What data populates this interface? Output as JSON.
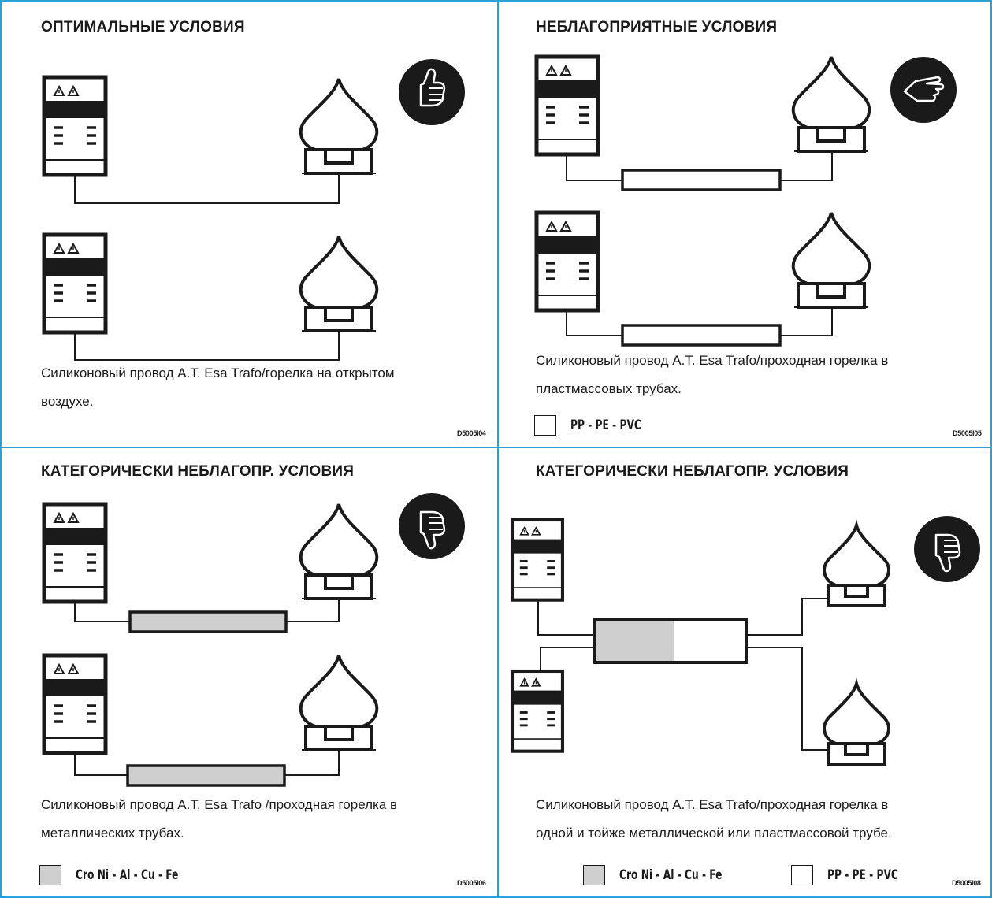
{
  "panels": [
    {
      "title": "ОПТИМАЛЬНЫЕ УСЛОВИЯ",
      "description_line1": "Силиконовый провод A.T. Esa Trafo/горелка на открытом",
      "description_line2": "воздухе.",
      "code": "D5005I04",
      "hand_icon": "thumbs-up-icon"
    },
    {
      "title": "НЕБЛАГОПРИЯТНЫЕ УСЛОВИЯ",
      "description_line1": "Силиконовый провод A.T. Esa Trafo/проходная горелка в",
      "description_line2": "пластмассовых трубах.",
      "legend": [
        {
          "label": "PP - PE - PVC",
          "swatch": "#ffffff"
        }
      ],
      "code": "D5005I05",
      "hand_icon": "pointing-hand-icon"
    },
    {
      "title": "КАТЕГОРИЧЕСКИ НЕБЛАГОПР. УСЛОВИЯ",
      "description_line1": "Силиконовый провод  A.T. Esa Trafo /проходная горелка в",
      "description_line2": "металлических трубах.",
      "legend": [
        {
          "label": "Cro Ni - Al - Cu - Fe",
          "swatch": "#cfcfcf"
        }
      ],
      "code": "D5005I06",
      "hand_icon": "thumbs-down-icon"
    },
    {
      "title": "КАТЕГОРИЧЕСКИ НЕБЛАГОПР. УСЛОВИЯ",
      "description_line1": "Силиконовый провод  A.T. Esa Trafo/проходная горелка в",
      "description_line2": "одной и тойже металлической или пластмассовой трубе.",
      "legend": [
        {
          "label": "Cro Ni - Al - Cu - Fe",
          "swatch": "#cfcfcf"
        },
        {
          "label": "PP - PE - PVC",
          "swatch": "#ffffff"
        }
      ],
      "code": "D5005I08",
      "hand_icon": "thumbs-down-icon"
    }
  ],
  "colors": {
    "divider": "#2aa0d6",
    "metal_tube": "#cfcfcf",
    "plastic_tube": "#ffffff",
    "ink": "#1a1a1a"
  }
}
